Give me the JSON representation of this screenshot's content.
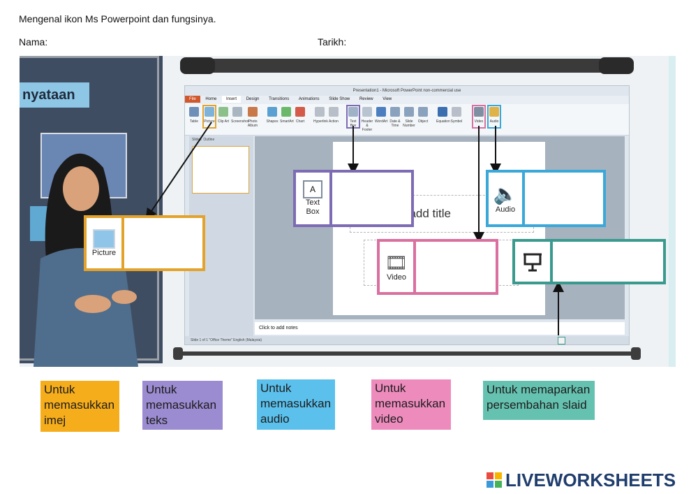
{
  "header": {
    "title": "Mengenal ikon Ms Powerpoint dan fungsinya.",
    "name_label": "Nama:",
    "date_label": "Tarikh:"
  },
  "scene": {
    "board_banner": "nyataan",
    "ppt": {
      "window_title": "Presentation1 - Microsoft PowerPoint non-commercial use",
      "tabs": [
        "File",
        "Home",
        "Insert",
        "Design",
        "Transitions",
        "Animations",
        "Slide Show",
        "Review",
        "View"
      ],
      "ribbon_items": [
        "Table",
        "Picture",
        "Clip Art",
        "Screenshot",
        "Photo Album",
        "Shapes",
        "SmartArt",
        "Chart",
        "Hyperlink",
        "Action",
        "Text Box",
        "Header & Footer",
        "WordArt",
        "Date & Time",
        "Slide Number",
        "Object",
        "Equation",
        "Symbol",
        "Video",
        "Audio"
      ],
      "pane_tabs": [
        "Slides",
        "Outline"
      ],
      "slide_title_placeholder": "Click to add title",
      "notes_placeholder": "Click to add notes",
      "status_text": "Slide 1 of 1    \"Office Theme\"    English (Malaysia)"
    }
  },
  "callouts": {
    "picture": {
      "caption": "Picture",
      "color": "#e3a32b"
    },
    "textbox": {
      "caption": "Text Box",
      "color": "#7d6bb4"
    },
    "audio": {
      "caption": "Audio",
      "color": "#3aa8d8"
    },
    "video": {
      "caption": "Video",
      "color": "#d9709f"
    },
    "slideshow": {
      "caption": "",
      "color": "#3a9a8e"
    }
  },
  "legend": [
    {
      "text": "Untuk memasukkan imej",
      "color": "#f6ad1b"
    },
    {
      "text": "Untuk memasukkan teks",
      "color": "#9b8bd0"
    },
    {
      "text": "Untuk memasukkan audio",
      "color": "#5bc0ec"
    },
    {
      "text": "Untuk memasukkan video",
      "color": "#ee8bbd"
    },
    {
      "text": "Untuk memaparkan persembahan slaid",
      "color": "#66c2b0"
    }
  ],
  "footer": {
    "logo_text": "LIVEWORKSHEETS"
  }
}
